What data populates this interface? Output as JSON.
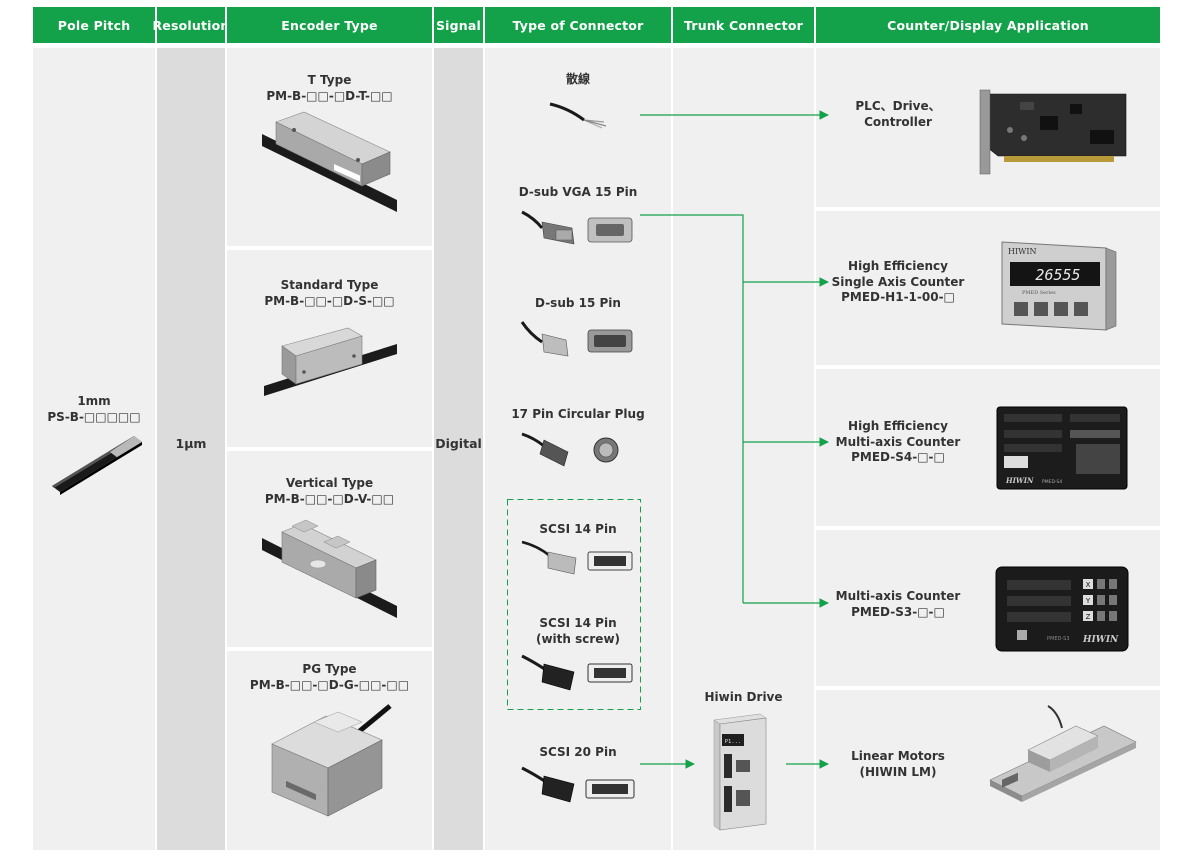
{
  "colors": {
    "header_green": "#13a14a",
    "arrow_green": "#13a14a",
    "panel": "#f0f0f0",
    "panel_dark": "#dcdcdc"
  },
  "headers": {
    "pole_pitch": "Pole Pitch",
    "resolution": "Resolution",
    "encoder_type": "Encoder Type",
    "signal": "Signal",
    "type_of_connector": "Type of Connector",
    "trunk_connector": "Trunk Connector",
    "counter_display": "Counter/Display Application"
  },
  "pole_pitch": {
    "value": "1mm",
    "model": "PS-B-□□□□□"
  },
  "resolution": {
    "value": "1μm"
  },
  "signal": {
    "value": "Digital"
  },
  "encoders": [
    {
      "name": "T Type",
      "model": "PM-B-□□-□D-T-□□"
    },
    {
      "name": "Standard Type",
      "model": "PM-B-□□-□D-S-□□"
    },
    {
      "name": "Vertical Type",
      "model": "PM-B-□□-□D-V-□□"
    },
    {
      "name": "PG Type",
      "model": "PM-B-□□-□D-G-□□-□□"
    }
  ],
  "connectors": [
    {
      "line1": "散線",
      "line2": ""
    },
    {
      "line1": "D-sub VGA 15 Pin",
      "line2": ""
    },
    {
      "line1": "D-sub 15 Pin",
      "line2": ""
    },
    {
      "line1": "17 Pin Circular Plug",
      "line2": ""
    },
    {
      "line1": "SCSI 14 Pin",
      "line2": ""
    },
    {
      "line1": "SCSI 14 Pin",
      "line2": "(with screw)"
    },
    {
      "line1": "SCSI 20 Pin",
      "line2": ""
    }
  ],
  "trunk": {
    "label": "Hiwin Drive",
    "screen_text": "P1..."
  },
  "applications": [
    {
      "line1": "PLC、Drive、",
      "line2": "Controller",
      "line3": ""
    },
    {
      "line1": "High Efficiency",
      "line2": "Single Axis Counter",
      "line3": "PMED-H1-1-00-□"
    },
    {
      "line1": "High Efficiency",
      "line2": "Multi-axis Counter",
      "line3": "PMED-S4-□-□"
    },
    {
      "line1": "Multi-axis Counter",
      "line2": "PMED-S3-□-□",
      "line3": ""
    },
    {
      "line1": "Linear Motors",
      "line2": "(HIWIN LM)",
      "line3": ""
    }
  ],
  "device_text": {
    "counter_single_brand": "HIWIN",
    "counter_single_reading": "26555",
    "counter_single_series": "PMED Series",
    "counter_s4_brand": "HIWIN",
    "counter_s4_model": "PMED-S4",
    "counter_s3_brand": "HIWIN",
    "counter_s3_model": "PMED-S3",
    "axis_x": "X",
    "axis_y": "Y",
    "axis_z": "Z"
  }
}
